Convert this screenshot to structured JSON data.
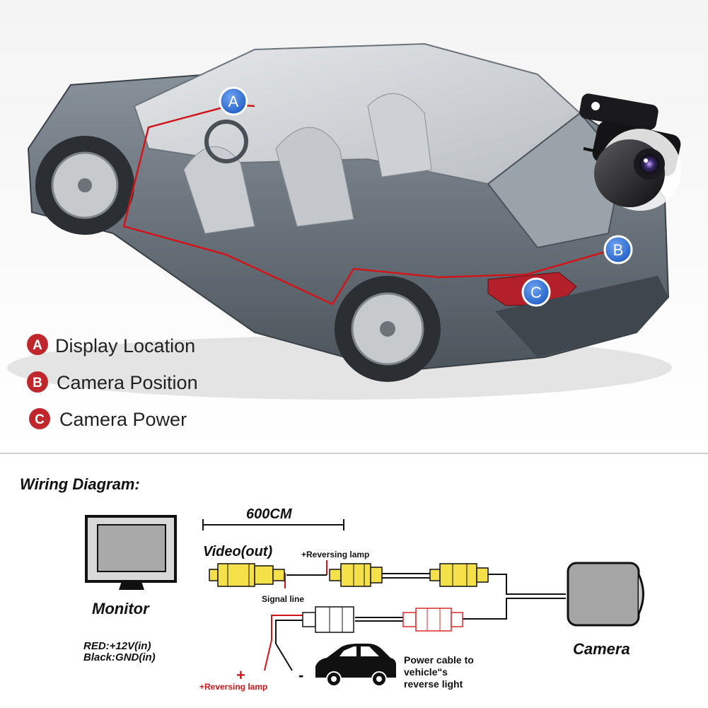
{
  "top": {
    "legend": [
      {
        "letter": "A",
        "label": "Display Location"
      },
      {
        "letter": "B",
        "label": "Camera Position"
      },
      {
        "letter": "C",
        "label": "Camera Power"
      }
    ],
    "markers": [
      {
        "letter": "A"
      },
      {
        "letter": "B"
      },
      {
        "letter": "C"
      }
    ],
    "colors": {
      "legend_badge": "#c0272d",
      "marker_fill": "#2f6fd6",
      "wire_red": "#d0161b",
      "car_body": "#6a737d"
    }
  },
  "wiring": {
    "title": "Wiring Diagram:",
    "length": "600CM",
    "video_out": "Video(out)",
    "reversing_lamp_top": "+Reversing lamp",
    "signal_line": "Signal line",
    "monitor": "Monitor",
    "power_red": "RED:+12V(in)",
    "power_black": "Black:GND(in)",
    "plus": "+",
    "minus": "-",
    "reversing_lamp_bottom": "+Reversing lamp",
    "power_cable": [
      "Power cable to",
      "vehicle\"s",
      "reverse light"
    ],
    "camera": "Camera",
    "colors": {
      "video_plug": "#f4e14a",
      "power_plug": "#e0282c",
      "wire": "#111111"
    }
  }
}
